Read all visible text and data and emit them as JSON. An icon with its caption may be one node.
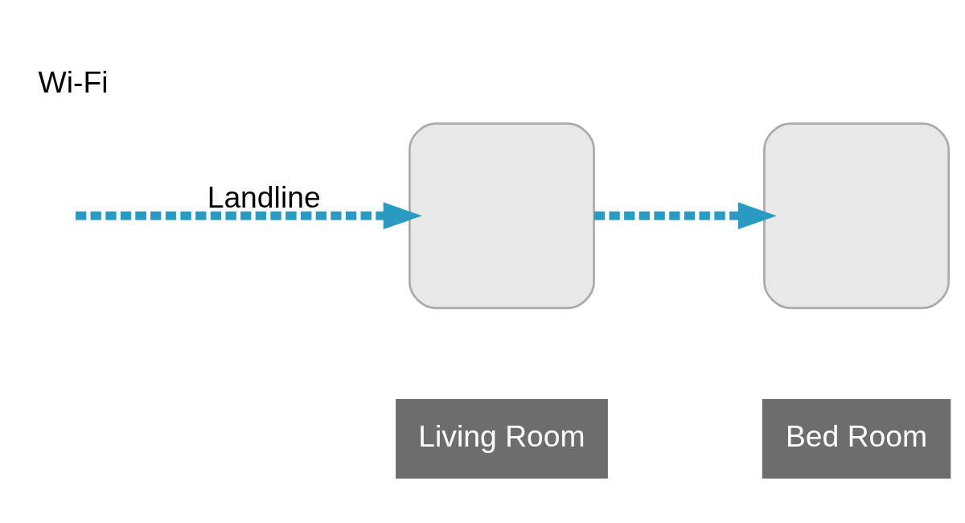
{
  "diagram": {
    "nodes": [
      {
        "text": [
          "Living Room"
        ]
      },
      {
        "text": [
          "Bed Room"
        ]
      },
      {
        "text": [],
        "shape": "box"
      },
      {
        "text": [],
        "shape": "box"
      }
    ],
    "edges": [
      {
        "from": null,
        "to": 2,
        "arrow": "to",
        "style": "dashed",
        "label": "Landline"
      },
      {
        "from": 2,
        "to": 3,
        "arrow": "to",
        "style": "dashed"
      }
    ],
    "labels": [
      "Wi-Fi"
    ]
  }
}
